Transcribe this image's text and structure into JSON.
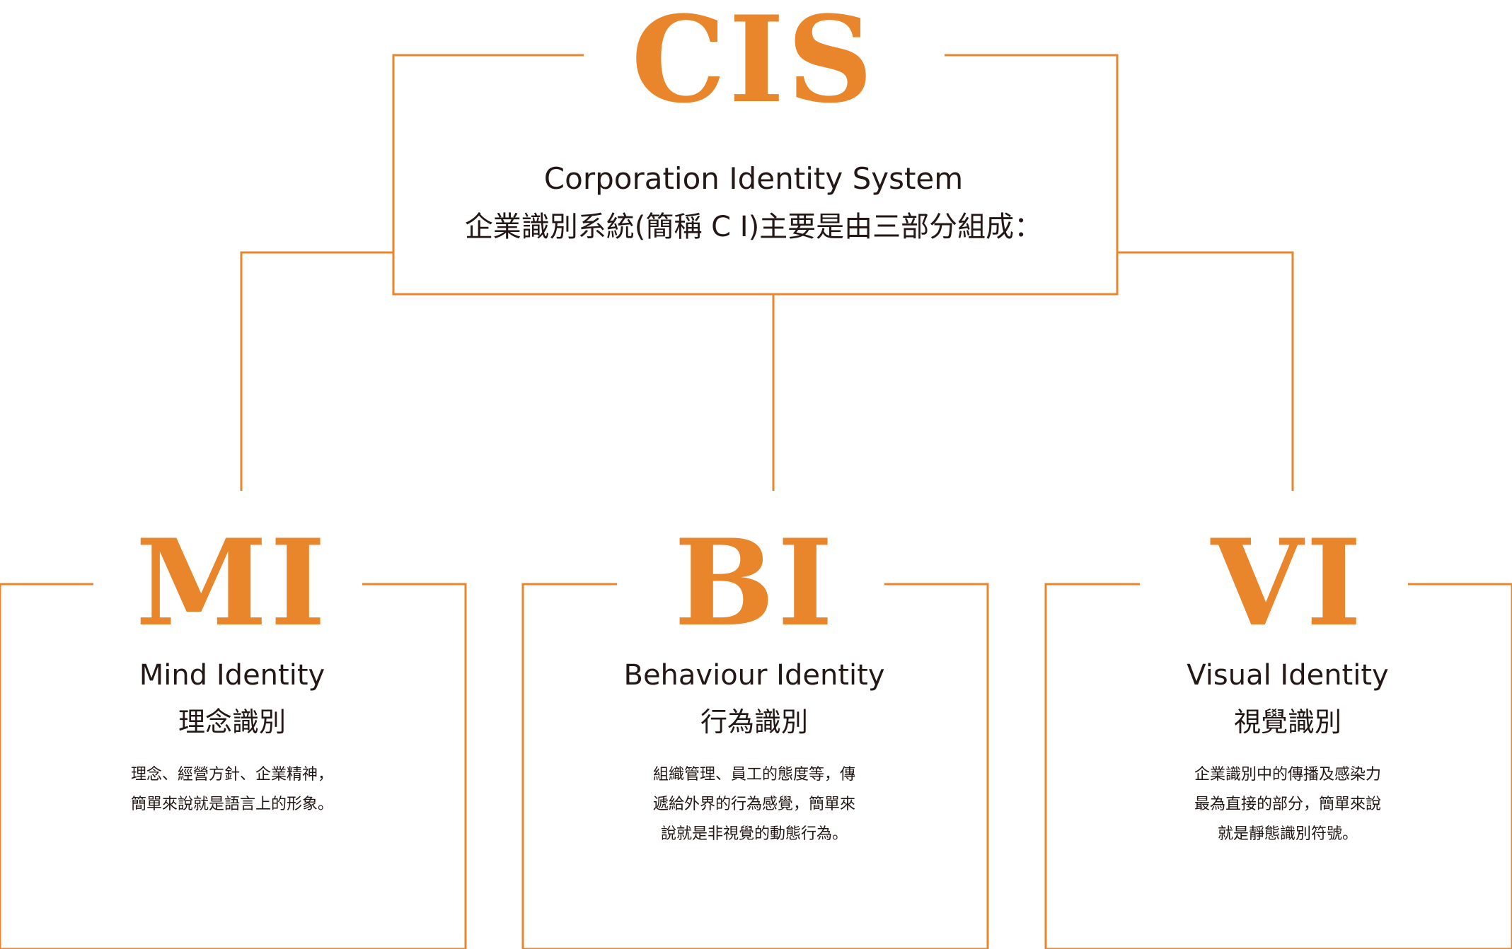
{
  "colors": {
    "accent": "#e9852a",
    "text": "#231815",
    "background": "#ffffff"
  },
  "cis": {
    "abbr": "CIS",
    "title_en": "Corporation Identity System",
    "title_zh": "企業識別系統(簡稱 C I)主要是由三部分組成："
  },
  "components": [
    {
      "abbr": "MI",
      "name_en": "Mind Identity",
      "name_zh": "理念識別",
      "description": [
        "理念、經營方針、企業精神，",
        "簡單來說就是語言上的形象。"
      ]
    },
    {
      "abbr": "BI",
      "name_en": "Behaviour Identity",
      "name_zh": "行為識別",
      "description": [
        "組織管理、員工的態度等，傳",
        "遞給外界的行為感覺，簡單來",
        "說就是非視覺的動態行為。"
      ]
    },
    {
      "abbr": "VI",
      "name_en": "Visual Identity",
      "name_zh": "視覺識別",
      "description": [
        "企業識別中的傳播及感染力",
        "最為直接的部分，簡單來說",
        "就是靜態識別符號。"
      ]
    }
  ]
}
